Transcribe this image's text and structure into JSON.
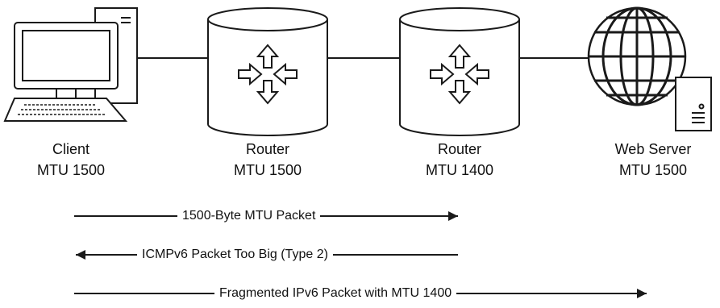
{
  "nodes": [
    {
      "name": "Client",
      "mtu": "MTU 1500"
    },
    {
      "name": "Router",
      "mtu": "MTU 1500"
    },
    {
      "name": "Router",
      "mtu": "MTU 1400"
    },
    {
      "name": "Web Server",
      "mtu": "MTU 1500"
    }
  ],
  "flows": [
    {
      "label": "1500-Byte MTU Packet",
      "direction": "right"
    },
    {
      "label": "ICMPv6 Packet Too Big (Type 2)",
      "direction": "left"
    },
    {
      "label": "Fragmented IPv6 Packet with MTU 1400",
      "direction": "right"
    }
  ],
  "colors": {
    "stroke": "#1a1a1a",
    "background": "#ffffff"
  }
}
